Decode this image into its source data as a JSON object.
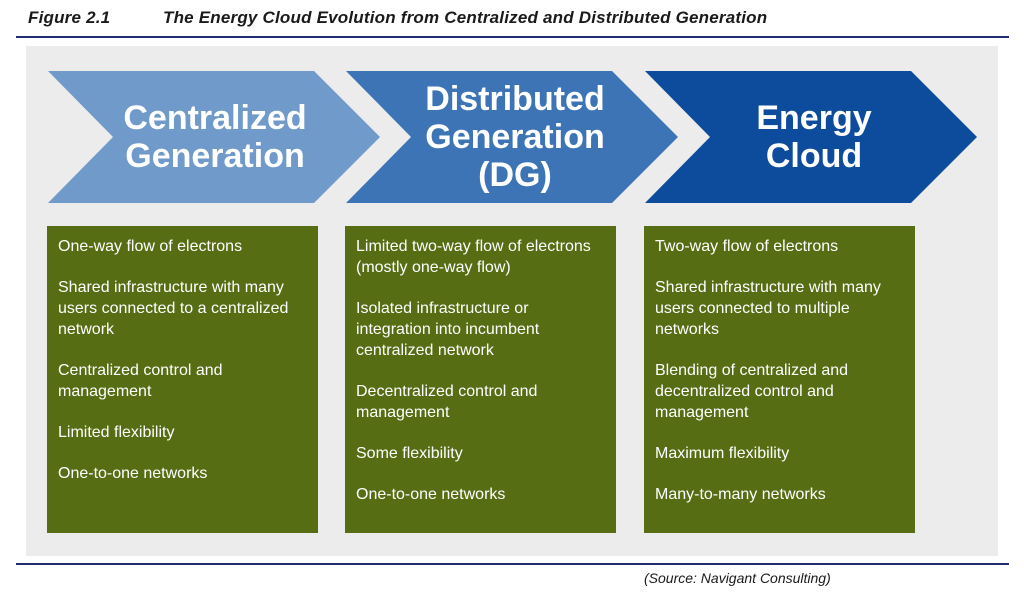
{
  "figure": {
    "number": "Figure 2.1",
    "title": "The Energy Cloud Evolution from Centralized and Distributed Generation"
  },
  "stages": [
    {
      "title": "Centralized\nGeneration",
      "color": "#6f9ac9",
      "items": [
        "One-way flow of electrons",
        "Shared infrastructure with many users connected to a centralized network",
        "Centralized control and management",
        "Limited flexibility",
        "One-to-one networks"
      ]
    },
    {
      "title": "Distributed\nGeneration\n(DG)",
      "color": "#3c74b5",
      "items": [
        "Limited two-way flow of electrons (mostly one-way flow)",
        "Isolated infrastructure or integration into incumbent centralized network",
        "Decentralized control and management",
        "Some flexibility",
        "One-to-one networks"
      ]
    },
    {
      "title": "Energy\nCloud",
      "color": "#0d4c9c",
      "items": [
        "Two-way flow of electrons",
        "Shared infrastructure with many users connected to multiple networks",
        "Blending of centralized and decentralized control and management",
        "Maximum flexibility",
        "Many-to-many networks"
      ]
    }
  ],
  "colors": {
    "box_fill": "#566d14",
    "rule": "#1f2d6e",
    "panel": "#ececec"
  },
  "source": "(Source: Navigant Consulting)"
}
